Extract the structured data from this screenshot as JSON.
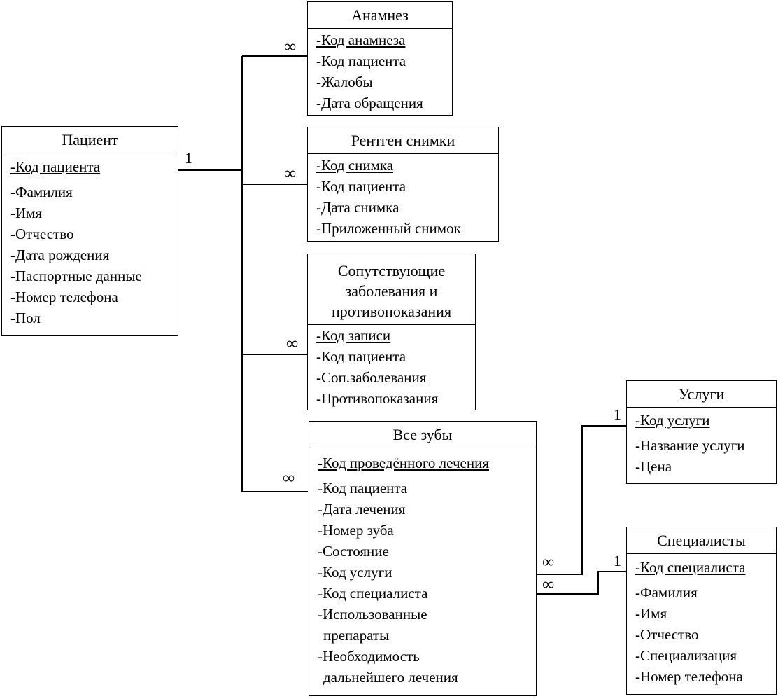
{
  "entities": {
    "patient": {
      "title": "Пациент",
      "pk": "-Код пациента",
      "fields": [
        "-Фамилия",
        "-Имя",
        "-Отчество",
        "-Дата рождения",
        "-Паспортные данные",
        "-Номер телефона",
        "-Пол"
      ]
    },
    "anamnesis": {
      "title": "Анамнез",
      "pk": "-Код анамнеза",
      "fields": [
        "-Код пациента",
        "-Жалобы",
        "-Дата обращения"
      ]
    },
    "xray": {
      "title": "Рентген снимки",
      "pk": "-Код снимка",
      "fields": [
        "-Код пациента",
        "-Дата снимка",
        "-Приложенный снимок"
      ]
    },
    "diseases": {
      "title_lines": [
        "Сопутствующие",
        "заболевания и",
        "противопоказания"
      ],
      "pk": "-Код записи",
      "fields": [
        "-Код пациента",
        "-Соп.заболевания",
        "-Противопоказания"
      ]
    },
    "teeth": {
      "title": "Все зубы",
      "pk": "-Код проведённого лечения",
      "fields": [
        "-Код пациента",
        "-Дата лечения",
        "-Номер зуба",
        "-Состояние",
        "-Код услуги",
        "-Код специалиста",
        "-Использованные",
        "препараты",
        "-Необходимость",
        "дальнейшего лечения"
      ]
    },
    "services": {
      "title": "Услуги",
      "pk": "-Код услуги",
      "fields": [
        "-Название услуги",
        "-Цена"
      ]
    },
    "specialists": {
      "title": "Специалисты",
      "pk": "-Код специалиста",
      "fields": [
        "-Фамилия",
        "-Имя",
        "-Отчество",
        "-Специализация",
        "-Номер телефона"
      ]
    }
  },
  "cardinality": {
    "one": "1",
    "many": "∞"
  }
}
